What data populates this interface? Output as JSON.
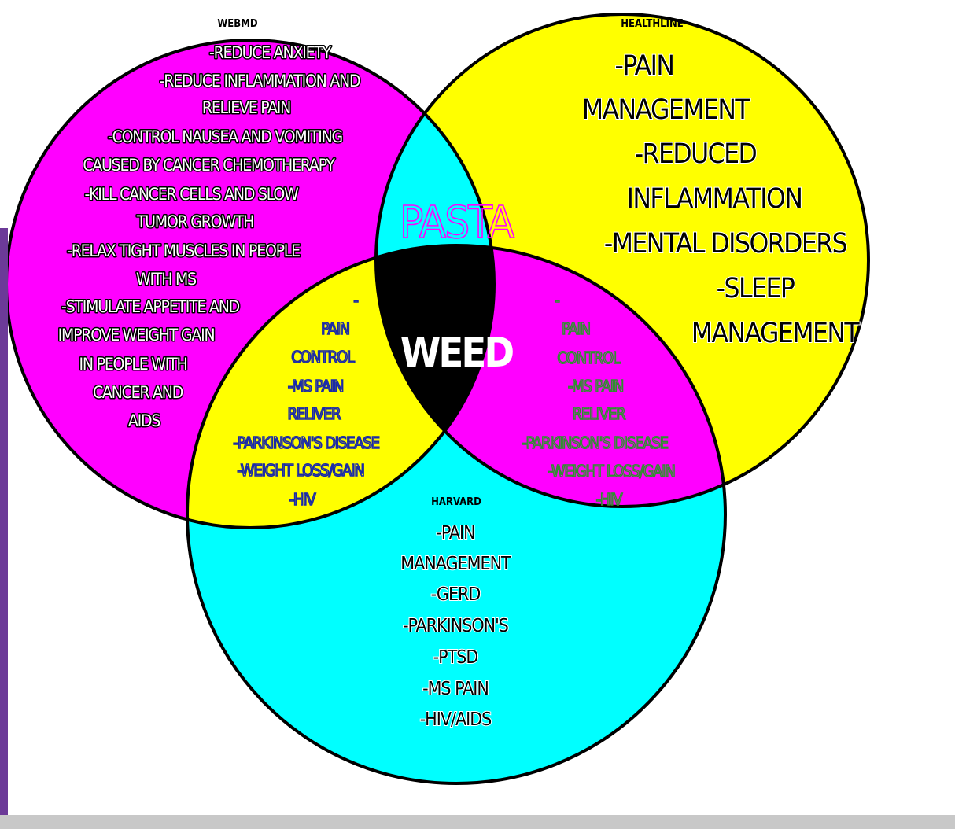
{
  "diagram": {
    "colors": {
      "webmd": "#ff00ff",
      "healthline": "#ffff00",
      "harvard": "#00ffff",
      "center": "#000000"
    },
    "webmd": {
      "title": "WEBMD",
      "lines": [
        "-REDUCE ANXIETY",
        "-REDUCE INFLAMMATION AND",
        "RELIEVE PAIN",
        "-CONTROL NAUSEA AND VOMITING",
        "CAUSED BY CANCER CHEMOTHERAPY",
        "-KILL CANCER CELLS AND SLOW",
        "TUMOR GROWTH",
        "-RELAX TIGHT MUSCLES IN PEOPLE",
        "WITH MS",
        "-STIMULATE APPETITE AND",
        "IMPROVE WEIGHT GAIN",
        "IN PEOPLE WITH",
        "CANCER AND",
        "AIDS"
      ]
    },
    "healthline": {
      "title": "HEALTHLINE",
      "lines": [
        "-PAIN",
        "MANAGEMENT",
        "-REDUCED",
        "INFLAMMATION",
        "-MENTAL DISORDERS",
        "-SLEEP",
        "MANAGEMENT"
      ]
    },
    "harvard": {
      "title": "HARVARD",
      "lines": [
        "-PAIN",
        "MANAGEMENT",
        "-GERD",
        "-PARKINSON'S",
        "-PTSD",
        "-MS PAIN",
        "-HIV/AIDS"
      ]
    },
    "webmd_harvard_overlap": {
      "lines": [
        "-",
        "PAIN",
        "CONTROL",
        "-MS PAIN",
        "RELIVER",
        "-PARKINSON'S DISEASE",
        "-WEIGHT LOSS/GAIN",
        "-HIV"
      ]
    },
    "healthline_harvard_overlap": {
      "lines": [
        "-",
        "PAIN",
        "CONTROL",
        "-MS PAIN",
        "RELIVER",
        "-PARKINSON'S DISEASE",
        "-WEIGHT LOSS/GAIN",
        "-HIV"
      ]
    },
    "webmd_healthline_overlap": {
      "label": "PASTA"
    },
    "center": {
      "label": "WEED"
    }
  }
}
